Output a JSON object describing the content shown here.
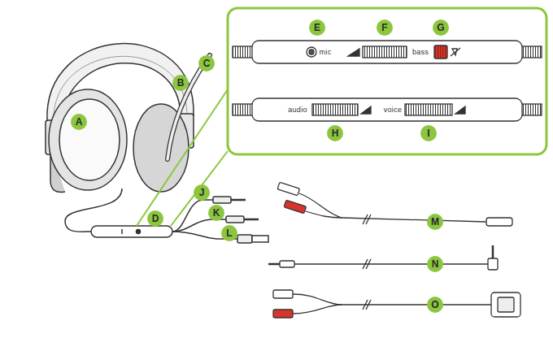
{
  "diagram": {
    "labels": [
      "A",
      "B",
      "C",
      "D",
      "E",
      "mic",
      "F",
      "bass",
      "G",
      "audio",
      "H",
      "voice",
      "I",
      "J",
      "K",
      "L",
      "M",
      "N",
      "O"
    ]
  }
}
